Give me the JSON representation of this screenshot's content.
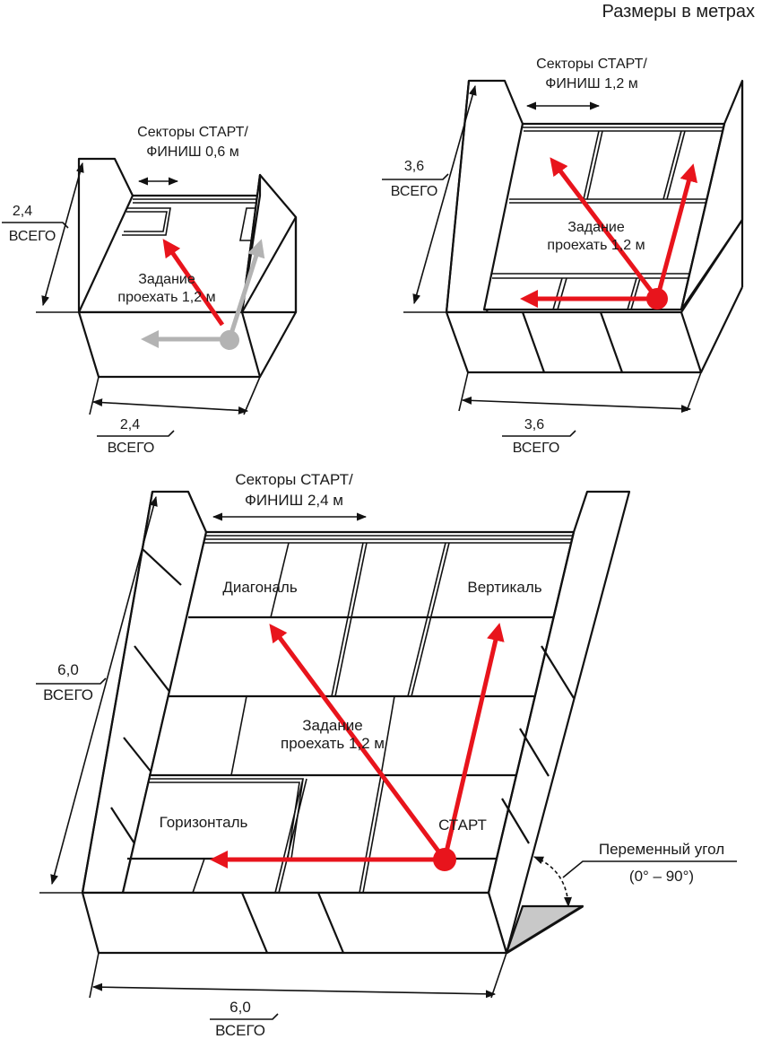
{
  "header": {
    "units_note": "Размеры в метрах"
  },
  "small": {
    "sectors_line1": "Секторы СТАРТ/",
    "sectors_line2": "ФИНИШ 0,6 м",
    "task_line1": "Задание",
    "task_line2": "проехать 1,2 м",
    "depth_value": "2,4",
    "depth_total": "ВСЕГО",
    "width_value": "2,4",
    "width_total": "ВСЕГО"
  },
  "medium": {
    "sectors_line1": "Секторы СТАРТ/",
    "sectors_line2": "ФИНИШ 1,2 м",
    "task_line1": "Задание",
    "task_line2": "проехать 1,2 м",
    "depth_value": "3,6",
    "depth_total": "ВСЕГО",
    "width_value": "3,6",
    "width_total": "ВСЕГО"
  },
  "large": {
    "sectors_line1": "Секторы СТАРТ/",
    "sectors_line2": "ФИНИШ 2,4 м",
    "diagonal": "Диагональ",
    "vertical": "Вертикаль",
    "horizontal": "Горизонталь",
    "task_line1": "Задание",
    "task_line2": "проехать 1,2 м",
    "start": "СТАРТ",
    "angle_line1": "Переменный угол",
    "angle_line2": "(0° – 90°)",
    "depth_value": "6,0",
    "depth_total": "ВСЕГО",
    "width_value": "6,0",
    "width_total": "ВСЕГО"
  },
  "colors": {
    "path_active": "#e8141c",
    "path_inactive": "#b3b3b3",
    "ramp_fill": "#c8c8c8"
  },
  "icons": [
    "double-arrow-icon",
    "start-dot-icon",
    "arrow-head-icon"
  ]
}
